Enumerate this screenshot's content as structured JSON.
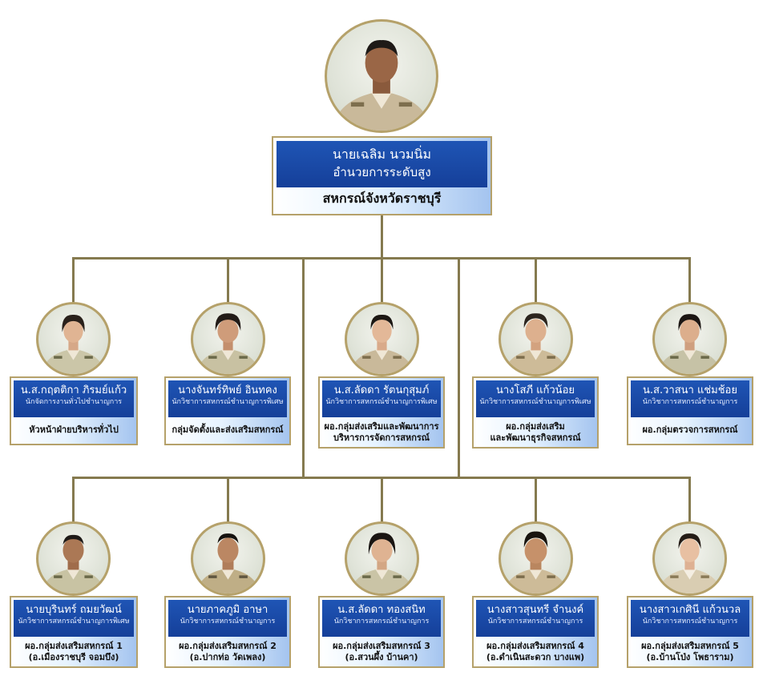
{
  "director": {
    "name": "นายเฉลิม นวมนิ่ม",
    "position": "อำนวยการระดับสูง",
    "unit": "สหกรณ์จังหวัดราชบุรี"
  },
  "row1": [
    {
      "name": "น.ส.กฤตติกา ภิรมย์แก้ว",
      "position": "นักจัดการงานทั่วไปชำนาญการ",
      "unit_lines": [
        "หัวหน้าฝ่ายบริหารทั่วไป"
      ]
    },
    {
      "name": "นางจันทร์ทิพย์ อินทคง",
      "position": "นักวิชาการสหกรณ์ชำนาญการพิเศษ",
      "unit_lines": [
        "กลุ่มจัดตั้งและส่งเสริมสหกรณ์"
      ]
    },
    {
      "name": "น.ส.ลัดดา รัตนกุสุมภ์",
      "position": "นักวิชาการสหกรณ์ชำนาญการพิเศษ",
      "unit_lines": [
        "ผอ.กลุ่มส่งเสริมและพัฒนาการ",
        "บริหารการจัดการสหกรณ์"
      ]
    },
    {
      "name": "นางโสภี แก้วน้อย",
      "position": "นักวิชาการสหกรณ์ชำนาญการพิเศษ",
      "unit_lines": [
        "ผอ.กลุ่มส่งเสริม",
        "และพัฒนาธุรกิจสหกรณ์"
      ]
    },
    {
      "name": "น.ส.วาสนา แช่มช้อย",
      "position": "นักวิชาการสหกรณ์ชำนาญการ",
      "unit_lines": [
        "ผอ.กลุ่มตรวจการสหกรณ์"
      ]
    }
  ],
  "row2": [
    {
      "name": "นายบุรินทร์ ถมยวัฒน์",
      "position": "นักวิชาการสหกรณ์ชำนาญการพิเศษ",
      "unit_lines": [
        "ผอ.กลุ่มส่งเสริมสหกรณ์ 1",
        "(อ.เมืองราชบุรี จอมบึง)"
      ]
    },
    {
      "name": "นายภาคภูมิ อาษา",
      "position": "นักวิชาการสหกรณ์ชำนาญการ",
      "unit_lines": [
        "ผอ.กลุ่มส่งเสริมสหกรณ์ 2",
        "(อ.ปากท่อ วัดเพลง)"
      ]
    },
    {
      "name": "น.ส.ลัดดา ทองสนิท",
      "position": "นักวิชาการสหกรณ์ชำนาญการ",
      "unit_lines": [
        "ผอ.กลุ่มส่งเสริมสหกรณ์ 3",
        "(อ.สวนผึ้ง บ้านคา)"
      ]
    },
    {
      "name": "นางสาวสุนทรี จำนงค์",
      "position": "นักวิชาการสหกรณ์ชำนาญการ",
      "unit_lines": [
        "ผอ.กลุ่มส่งเสริมสหกรณ์ 4",
        "(อ.ดำเนินสะดวก บางแพ)"
      ]
    },
    {
      "name": "นางสาวเกศินี แก้วนวล",
      "position": "นักวิชาการสหกรณ์ชำนาญการ",
      "unit_lines": [
        "ผอ.กลุ่มส่งเสริมสหกรณ์ 5",
        "(อ.บ้านโป่ง โพธาราม)"
      ]
    }
  ]
}
